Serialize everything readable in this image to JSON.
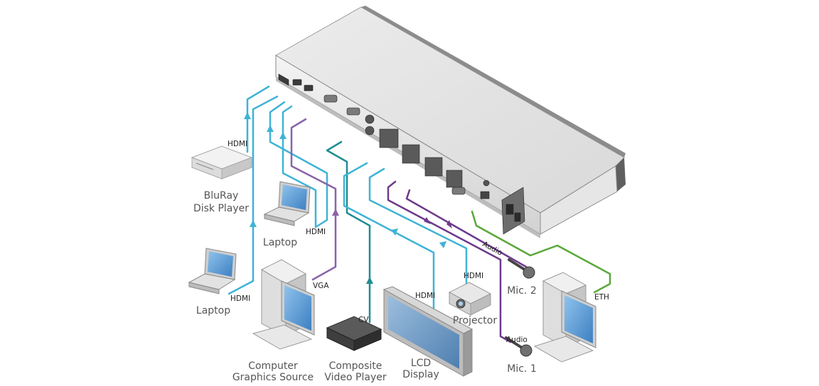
{
  "devices": {
    "bluray": {
      "line1": "BluRay",
      "line2": "Disk Player"
    },
    "laptop_top": {
      "label": "Laptop"
    },
    "laptop_bottom": {
      "label": "Laptop"
    },
    "computer_source": {
      "line1": "Computer",
      "line2": "Graphics Source"
    },
    "composite_player": {
      "line1": "Composite",
      "line2": "Video Player"
    },
    "lcd_display": {
      "line1": "LCD",
      "line2": "Display"
    },
    "projector": {
      "label": "Projector"
    },
    "mic1": {
      "label": "Mic. 1"
    },
    "mic2": {
      "label": "Mic. 2"
    }
  },
  "cables": {
    "hdmi_bluray": "HDMI",
    "hdmi_laptop_top": "HDMI",
    "hdmi_laptop_bottom": "HDMI",
    "vga": "VGA",
    "cv": "CV",
    "hdmi_lcd": "HDMI",
    "hdmi_projector": "HDMI",
    "audio_mic2": "Audio",
    "audio_mic1": "Audio",
    "eth": "ETH"
  },
  "colors": {
    "hdmi": "#3fb3d6",
    "vga": "#8a63a8",
    "cv": "#1d8d93",
    "audio": "#6d3a8c",
    "eth": "#5aa83a"
  }
}
